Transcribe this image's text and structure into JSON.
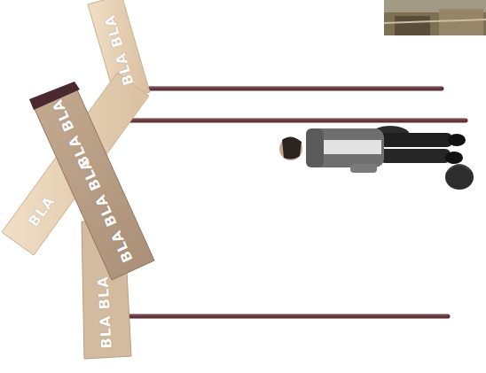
{
  "diagram": {
    "labels": [
      "BLA BLA",
      "BLA BLA",
      "BLA BLA BLA",
      "BLA",
      "BLA BLA"
    ]
  }
}
